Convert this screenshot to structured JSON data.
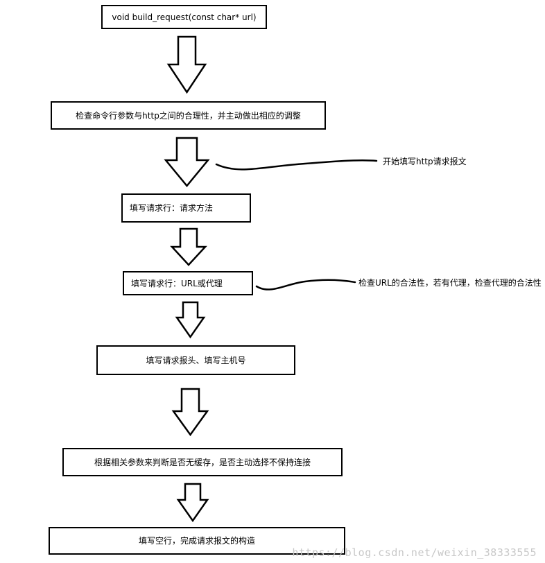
{
  "steps": [
    {
      "text": "void build_request(const char* url)"
    },
    {
      "text": "检查命令行参数与http之间的合理性，并主动做出相应的调整"
    },
    {
      "text": "填写请求行：请求方法"
    },
    {
      "text": "填写请求行：URL或代理"
    },
    {
      "text": "填写请求报头、填写主机号"
    },
    {
      "text": "根据相关参数来判断是否无缓存，是否主动选择不保持连接"
    },
    {
      "text": "填写空行，完成请求报文的构造"
    }
  ],
  "annotations": [
    {
      "text": "开始填写http请求报文"
    },
    {
      "text": "检查URL的合法性，若有代理，检查代理的合法性"
    }
  ],
  "watermark": "https://blog.csdn.net/weixin_38333555"
}
